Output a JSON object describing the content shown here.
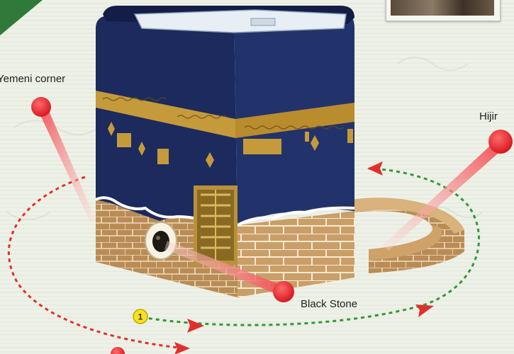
{
  "labels": {
    "yemeni_corner": "Yemeni corner",
    "hijir": "Hijir",
    "black_stone": "Black Stone",
    "step_number": "1"
  },
  "icons": [
    "marker-dot-icon",
    "direction-arrow-icon"
  ],
  "colors": {
    "kaaba_cloth": "#1c2a5e",
    "gold_band": "#c59a3a",
    "brick": "#c89c64",
    "marker_red": "#e0202a",
    "path_red": "#e0302c",
    "path_green": "#2f9a3a",
    "step_badge": "#f6e21a",
    "background": "#eef1e8"
  }
}
